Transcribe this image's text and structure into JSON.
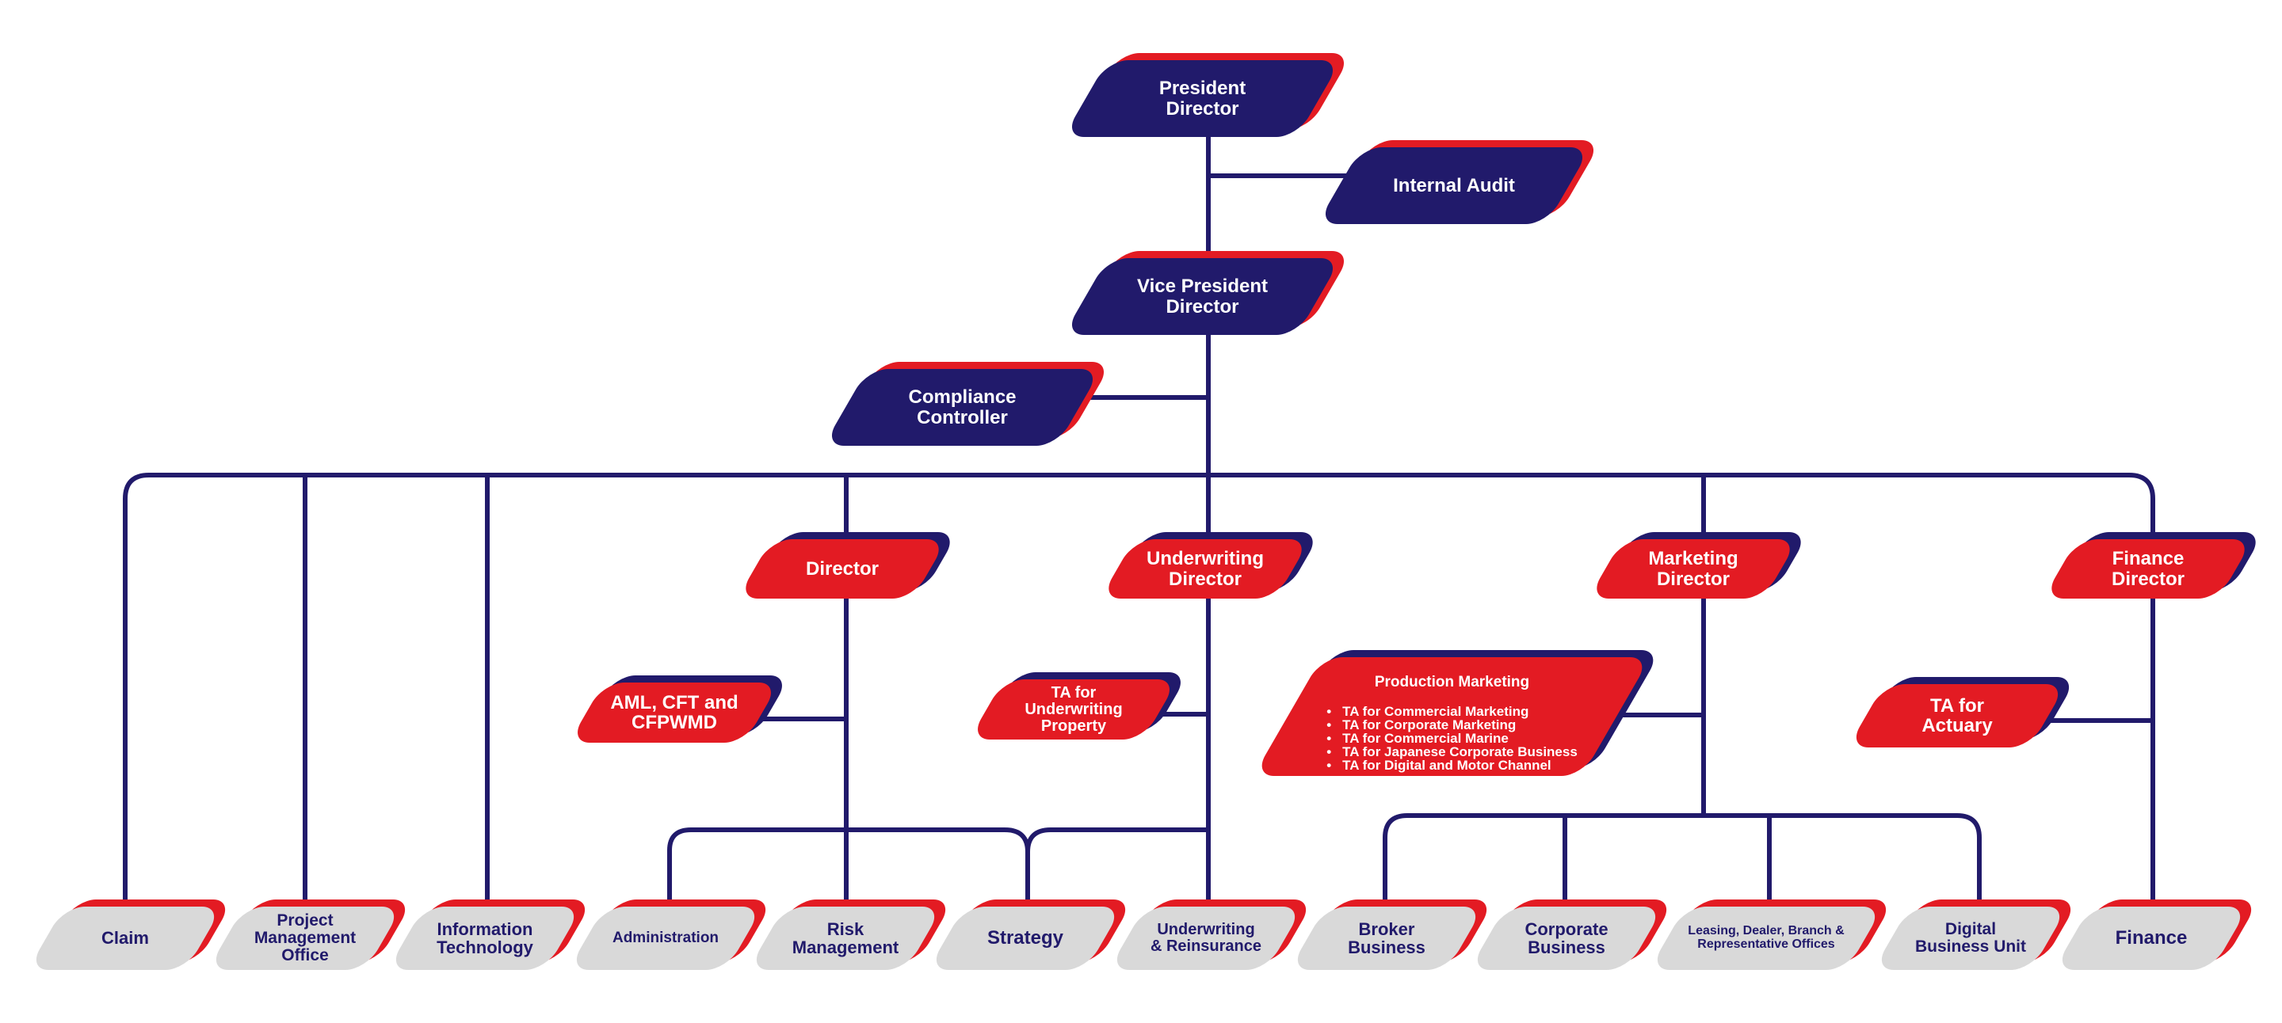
{
  "colors": {
    "navy": "#211a6b",
    "red": "#e31b23",
    "grey": "#d9d9d9",
    "line": "#211a6b"
  },
  "nodes": {
    "president": "President\nDirector",
    "internal_audit": "Internal Audit",
    "vice_president": "Vice President\nDirector",
    "compliance": "Compliance\nController",
    "director": "Director",
    "underwriting_director": "Underwriting\nDirector",
    "marketing_director": "Marketing\nDirector",
    "finance_director": "Finance\nDirector",
    "aml": "AML, CFT and\nCFPWMD",
    "ta_underwriting": "TA for\nUnderwriting\nProperty",
    "ta_actuary": "TA for\nActuary",
    "claim": "Claim",
    "pmo": "Project\nManagement\nOffice",
    "it": "Information\nTechnology",
    "administration": "Administration",
    "risk": "Risk\nManagement",
    "strategy": "Strategy",
    "uw_reinsurance": "Underwriting\n& Reinsurance",
    "broker": "Broker\nBusiness",
    "corporate": "Corporate\nBusiness",
    "leasing": "Leasing, Dealer, Branch &\nRepresentative Offices",
    "digital": "Digital\nBusiness Unit",
    "finance": "Finance"
  },
  "production_marketing": {
    "title": "Production Marketing",
    "items": [
      "TA for Commercial Marketing",
      "TA for Corporate Marketing",
      "TA for Commercial Marine",
      "TA for Japanese Corporate Business",
      "TA for Digital and Motor Channel"
    ]
  }
}
